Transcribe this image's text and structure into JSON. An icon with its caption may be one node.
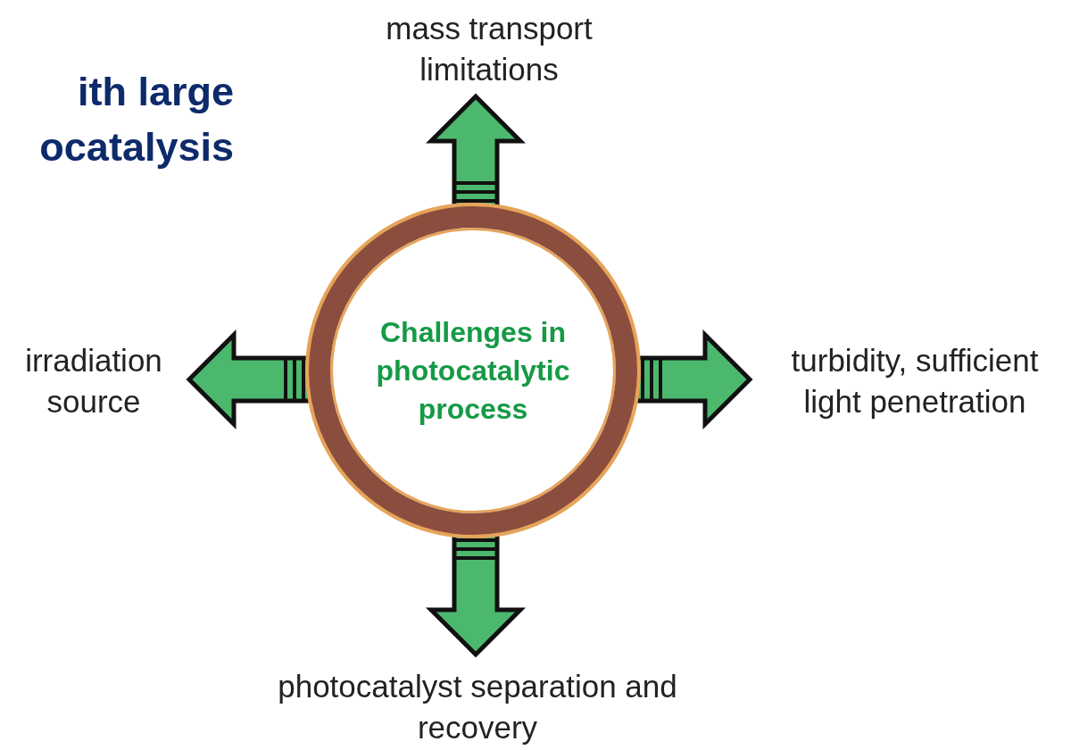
{
  "diagram": {
    "title": "ith large ocatalysis",
    "nodes": [
      {
        "text": [
          "Challenges in photocatalytic process"
        ]
      },
      {
        "text": [
          "mass transport limitations"
        ]
      },
      {
        "text": [
          "irradiation source"
        ]
      },
      {
        "text": [
          "turbidity, sufficient light penetration"
        ]
      },
      {
        "text": [
          "photocatalyst separation and recovery"
        ]
      }
    ],
    "edges": [
      {
        "from": 0,
        "to": 1,
        "arrow": "to"
      },
      {
        "from": 0,
        "to": 2,
        "arrow": "to"
      },
      {
        "from": 0,
        "to": 3,
        "arrow": "to"
      },
      {
        "from": 0,
        "to": 4,
        "arrow": "to"
      }
    ]
  }
}
